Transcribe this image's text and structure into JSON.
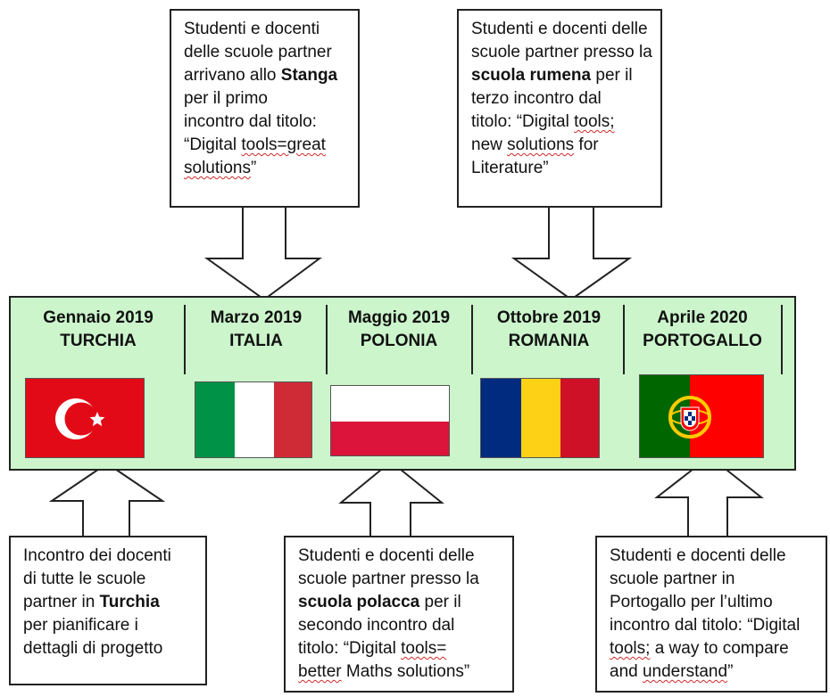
{
  "timeline": {
    "periods": [
      {
        "date": "Gennaio 2019",
        "country": "TURCHIA"
      },
      {
        "date": "Marzo 2019",
        "country": "ITALIA"
      },
      {
        "date": "Maggio 2019",
        "country": "POLONIA"
      },
      {
        "date": "Ottobre 2019",
        "country": "ROMANIA"
      },
      {
        "date": "Aprile 2020",
        "country": "PORTOGALLO"
      }
    ],
    "band_color": "#ccf5cc"
  },
  "flags": [
    {
      "country": "Turchia",
      "colors": [
        "#e30a17",
        "#ffffff"
      ],
      "icon": "crescent-star-icon"
    },
    {
      "country": "Italia",
      "colors": [
        "#009246",
        "#ffffff",
        "#ce2b37"
      ]
    },
    {
      "country": "Polonia",
      "colors": [
        "#ffffff",
        "#dc143c"
      ]
    },
    {
      "country": "Romania",
      "colors": [
        "#002b7f",
        "#fcd116",
        "#ce1126"
      ]
    },
    {
      "country": "Portogallo",
      "colors": [
        "#006600",
        "#ff0000",
        "#ffcc00"
      ],
      "icon": "armillary-shield-icon"
    }
  ],
  "callouts": {
    "italia": {
      "l1": "Studenti e docenti",
      "l2": "delle scuole partner",
      "l3": "arrivano allo ",
      "l3_bold": "Stanga",
      "l4": "per il primo",
      "l5": "incontro dal titolo:",
      "l6a": "“Digital ",
      "l6b": "tools=great",
      "l7a": "solutions",
      "l7b": "”"
    },
    "romania": {
      "l1": "Studenti e docenti delle",
      "l2": "scuole partner presso la",
      "l3_bold": "scuola rumena",
      "l3": " per il",
      "l4": "terzo incontro dal",
      "l5": "titolo: “Digital ",
      "l5w": "tools;",
      "l6a": "new ",
      "l6b": "solutions",
      "l6c": " for",
      "l7": "Literature”"
    },
    "turchia": {
      "l1": "Incontro dei docenti",
      "l2": "di tutte le scuole",
      "l3": "partner in ",
      "l3_bold": "Turchia",
      "l4": "per pianificare i",
      "l5": "dettagli di progetto"
    },
    "polonia": {
      "l1": "Studenti e docenti delle",
      "l2": "scuole partner presso la",
      "l3_bold": "scuola polacca",
      "l3": " per il",
      "l4": "secondo incontro dal",
      "l5a": "titolo: “Digital ",
      "l5b": "tools=",
      "l6a": "better",
      "l6b": " Maths solutions”"
    },
    "portogallo": {
      "l1": "Studenti e docenti delle",
      "l2": "scuole partner in",
      "l3": "Portogallo per l’ultimo",
      "l4": "incontro dal titolo: “Digital",
      "l5a": "tools;",
      "l5b": " a way to compare",
      "l6a": "and ",
      "l6b": "understand",
      "l6c": "”"
    }
  }
}
